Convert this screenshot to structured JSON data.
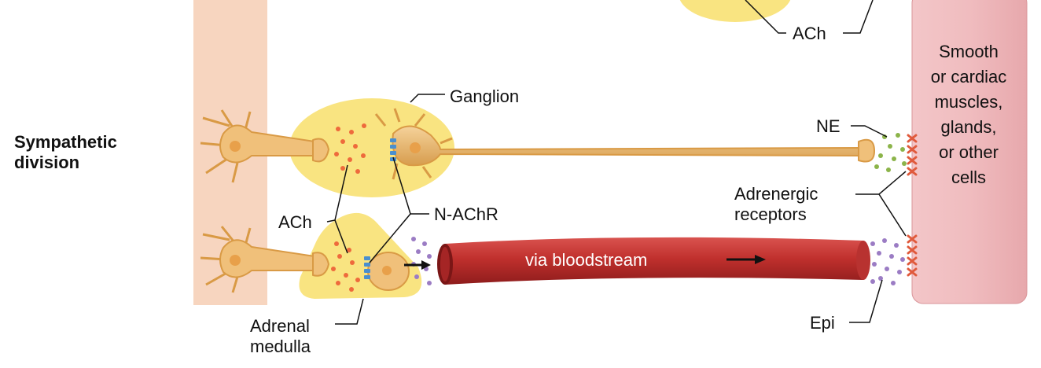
{
  "division_label": "Sympathetic\ndivision",
  "labels": {
    "ach_top": "ACh",
    "ganglion": "Ganglion",
    "ne": "NE",
    "adrenergic_receptors": "Adrenergic\nreceptors",
    "ach_lower": "ACh",
    "n_achr": "N-AChR",
    "bloodstream": "via bloodstream",
    "adrenal_medulla": "Adrenal\nmedulla",
    "epi": "Epi"
  },
  "effector_label": "Smooth\nor cardiac\nmuscles,\nglands,\nor other\ncells",
  "colors": {
    "spinal_cord": "#f7d5bf",
    "ganglion": "#f9e481",
    "neuron": "#f0c07a",
    "neuron_outline": "#d99a45",
    "blood_vessel": "#c0302d",
    "effector": "#f0bcbf",
    "ach_dot": "#ee6a3c",
    "ne_dot": "#8cb44a",
    "epi_dot": "#9b7cc4",
    "nicotinic_receptor": "#4a8fcf",
    "adrenergic_receptor": "#e05a3c"
  }
}
